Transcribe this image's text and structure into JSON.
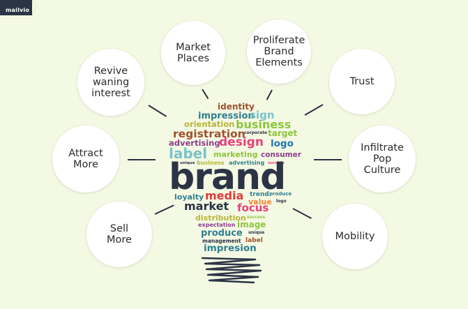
{
  "brand_tag": "mailvio",
  "petals": [
    {
      "id": "revive",
      "label": "Revive\nwaning\ninterest"
    },
    {
      "id": "market-places",
      "label": "Market\nPlaces"
    },
    {
      "id": "proliferate",
      "label": "Proliferate\nBrand\nElements"
    },
    {
      "id": "trust",
      "label": "Trust"
    },
    {
      "id": "attract",
      "label": "Attract\nMore"
    },
    {
      "id": "infiltrate",
      "label": "Infiltrate\nPop\nCulture"
    },
    {
      "id": "sell",
      "label": "Sell\nMore"
    },
    {
      "id": "mobility",
      "label": "Mobility"
    }
  ],
  "colors": {
    "background": "#f4f9e4",
    "dark": "#2b3445",
    "teal": "#2f7f8f",
    "green": "#8dc63f",
    "brown": "#a0522d",
    "pink": "#e8417a",
    "red": "#e23a3a",
    "purple": "#8b3f8c",
    "blue": "#1f74b5",
    "orange": "#f58233",
    "olive": "#b7b53a"
  },
  "word_cloud": {
    "identity": "identity",
    "impression": "impression",
    "sign": "sign",
    "orientation": "orientation",
    "business": "business",
    "registration": "registration",
    "corporate": "corporate",
    "target": "target",
    "advertising": "advertising",
    "design": "design",
    "logo": "logo",
    "label": "label",
    "marketing": "marketing",
    "consumer": "consumer",
    "unique": "unique",
    "business2": "business",
    "advertising2": "advertising",
    "success": "success",
    "brand": "brand",
    "loyalty": "loyalty",
    "media": "media",
    "trend": "trend",
    "produce": "produce",
    "value": "value",
    "logo2": "logo",
    "market": "market",
    "focus": "focus",
    "distribution": "distribution",
    "success2": "success",
    "expectation": "expectation",
    "image": "image",
    "produce2": "produce",
    "unique2": "unique",
    "management": "management",
    "label2": "label",
    "impresion": "impresion"
  }
}
